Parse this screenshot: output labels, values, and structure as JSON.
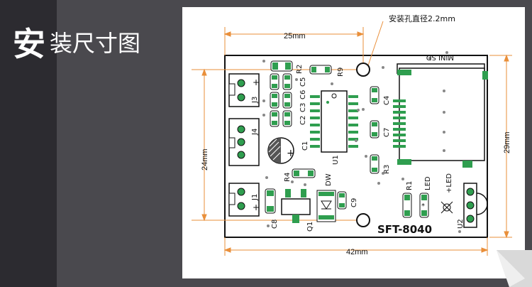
{
  "title": {
    "big": "安",
    "rest": "装尺寸图"
  },
  "annotations": {
    "mount_hole": "安装孔直径2.2mm",
    "width_top": "25mm",
    "width_bottom": "42mm",
    "height_left": "24mm",
    "height_right": "29mm"
  },
  "board": {
    "name": "SFT-8040",
    "card_slot": "MINI SD",
    "labels": {
      "J3": "J3",
      "J4": "J4",
      "J1": "J1",
      "R2": "R2",
      "R9": "R9",
      "C5": "C5",
      "C6": "C6",
      "C3": "C3",
      "C2": "C2",
      "C1": "C1",
      "U1": "U1",
      "C4": "C4",
      "C7": "C7",
      "R3": "R3",
      "R4": "R4",
      "DW": "DW",
      "C9": "C9",
      "C8": "C8",
      "Q1": "Q1",
      "R1": "R1",
      "LED": "LED",
      "PLED": "+LED",
      "U2": "U2"
    }
  },
  "colors": {
    "pcb_fill": "#ffffff",
    "pad_green": "#2f9e4f",
    "silk_outline": "#1a1a1a",
    "dimension_line": "#e98f3a",
    "background_dark": "#2c2b30",
    "background_grey": "#4a494e"
  }
}
